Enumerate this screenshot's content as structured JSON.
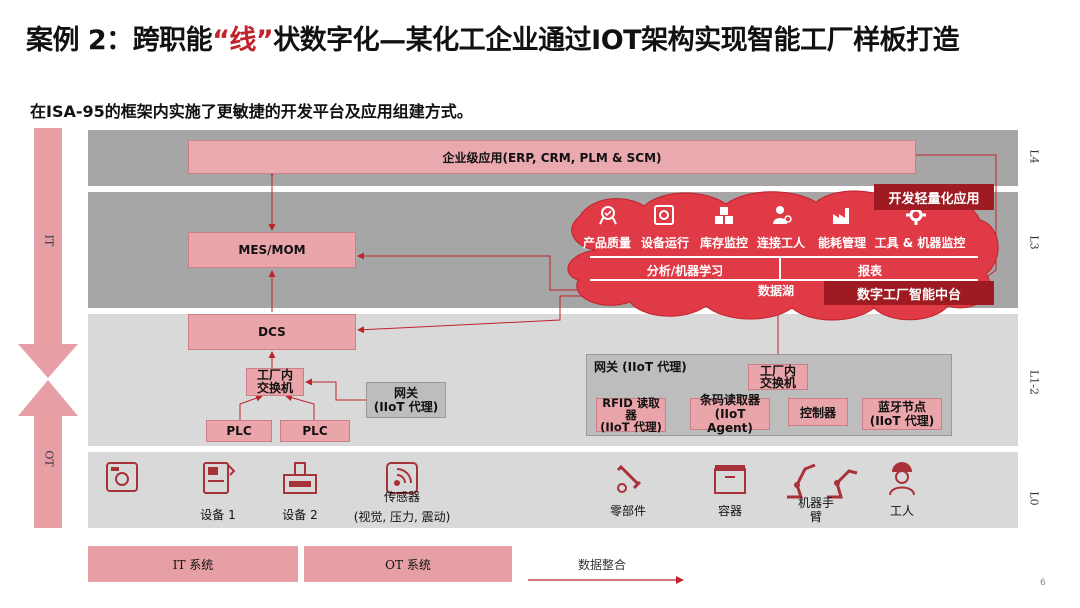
{
  "title": {
    "part1": "案例 2：跨职能",
    "highlight": "“线”",
    "part2": "状数字化—某化工企业通过IOT架构实现智能工厂样板打造"
  },
  "subtitle": "在ISA-95的框架内实施了更敏捷的开发平台及应用组建方式。",
  "levels": {
    "l4": "L4",
    "l3": "L3",
    "l12": "L1-2",
    "l0": "L0"
  },
  "side": {
    "it": "IT",
    "ot": "OT"
  },
  "l4": {
    "enterprise_apps": "企业级应用(ERP, CRM, PLM & SCM)"
  },
  "l3": {
    "mes": "MES/MOM",
    "light_apps": "开发轻量化应用",
    "cloud_apps": [
      "产品质量",
      "设备运行",
      "库存监控",
      "连接工人",
      "能耗管理",
      "工具 & 机器监控"
    ],
    "analytics": "分析/机器学习",
    "reports": "报表",
    "data_lake": "数据湖",
    "digital_platform": "数字工厂智能中台"
  },
  "l12": {
    "dcs": "DCS",
    "switch_left": "工厂内\n交换机",
    "plc1": "PLC",
    "plc2": "PLC",
    "gateway_left": "网关\n(IIoT 代理)",
    "gateway_group": "网关 (IIoT 代理)",
    "switch_right": "工厂内\n交换机",
    "rfid": "RFID 读取\n器\n(IIoT 代理)",
    "barcode": "条码读取器\n(IIoT Agent)",
    "controller": "控制器",
    "bluetooth": "蓝牙节点\n(IIoT 代理)"
  },
  "l0": {
    "device1": "设备 1",
    "device2": "设备 2",
    "sensor": "传感器",
    "sensor_sub": "(视觉, 压力, 震动)",
    "parts": "零部件",
    "container": "容器",
    "robot_arm": "机器手\n臂",
    "worker": "工人"
  },
  "legend": {
    "it": "IT   系统",
    "ot": "OT  系统",
    "data": "数据整合"
  },
  "page_number": "6",
  "colors": {
    "accent": "#c0232c",
    "dark_red": "#9e1b22",
    "pink": "#e6a0a5",
    "grey_dark": "#a6a6a6",
    "grey_light": "#d9d9d9"
  }
}
